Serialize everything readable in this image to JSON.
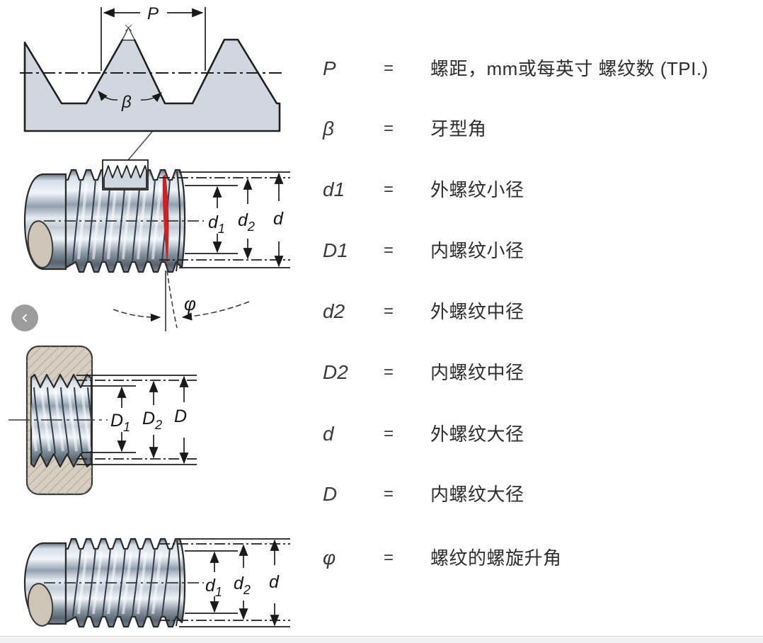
{
  "colors": {
    "accent_red": "#cc2127",
    "profile_fill": "#d0d7de",
    "nut_body": "#d5cec1",
    "metal_dark": "#5c6977",
    "button_gray": "#9c9c9c",
    "bottom_bar": "#f1f2f3"
  },
  "carousel": {
    "prev_icon": "chevron-left-icon"
  },
  "legend": {
    "rows": [
      {
        "symbol": "P",
        "eq": "=",
        "definition": "螺距，mm或每英寸 螺纹数 (TPI.)"
      },
      {
        "symbol": "β",
        "eq": "=",
        "definition": "牙型角"
      },
      {
        "symbol": "d1",
        "eq": "=",
        "definition": "外螺纹小径"
      },
      {
        "symbol": "D1",
        "eq": "=",
        "definition": "内螺纹小径"
      },
      {
        "symbol": "d2",
        "eq": "=",
        "definition": "外螺纹中径"
      },
      {
        "symbol": "D2",
        "eq": "=",
        "definition": "内螺纹中径"
      },
      {
        "symbol": "d",
        "eq": "=",
        "definition": "外螺纹大径"
      },
      {
        "symbol": "D",
        "eq": "=",
        "definition": "内螺纹大径"
      },
      {
        "symbol": "φ",
        "eq": "=",
        "definition": "螺纹的螺旋升角"
      }
    ]
  },
  "diagrams": {
    "profile": {
      "pitch_label": "P",
      "angle_label": "β"
    },
    "external_mid": {
      "d1_base": "d",
      "d1_sub": "1",
      "d2_base": "d",
      "d2_sub": "2",
      "d_base": "d",
      "helix_label": "φ"
    },
    "internal": {
      "D1_base": "D",
      "D1_sub": "1",
      "D2_base": "D",
      "D2_sub": "2",
      "D_base": "D"
    },
    "external_bottom": {
      "d1_base": "d",
      "d1_sub": "1",
      "d2_base": "d",
      "d2_sub": "2",
      "d_base": "d"
    }
  }
}
